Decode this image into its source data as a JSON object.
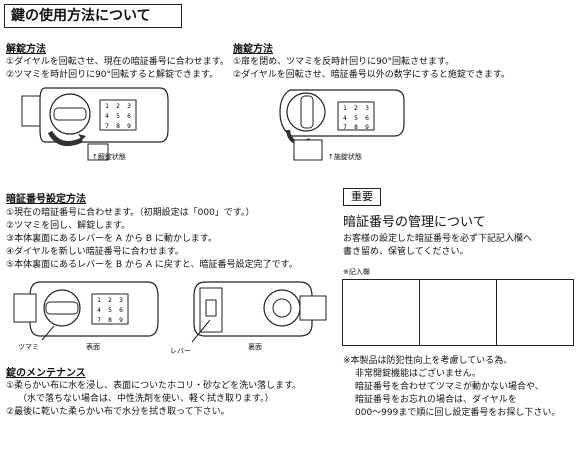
{
  "title": "鍵の使用方法について",
  "unlock": {
    "heading": "解錠方法",
    "steps": [
      "①ダイヤルを回転させ、現在の暗証番号に合わせます。",
      "②ツマミを時計回りに90°回転すると解錠できます。"
    ],
    "state_label": "↑解錠状態"
  },
  "lock": {
    "heading": "施錠方法",
    "steps": [
      "①扉を閉め、ツマミを反時計回りに90°回転させます。",
      "②ダイヤルを回転させ、暗証番号以外の数字にすると施錠できます。"
    ],
    "state_label": "↑施錠状態"
  },
  "setcode": {
    "heading": "暗証番号設定方法",
    "steps": [
      "①現在の暗証番号に合わせます。（初期設定は「000」です。）",
      "②ツマミを回し、解錠します。",
      "③本体裏面にあるレバーを A から B に動かします。",
      "④ダイヤルを新しい暗証番号に合わせます。",
      "⑤本体裏面にあるレバーを B から A に戻すと、暗証番号設定完了です。"
    ],
    "labels": {
      "knob": "ツマミ",
      "front": "表面",
      "lever": "レバー",
      "back": "裏面"
    }
  },
  "maintenance": {
    "heading": "錠のメンテナンス",
    "steps": [
      "①柔らかい布に水を浸し、表面についたホコリ・砂などを洗い落します。",
      "（水で落ちない場合は、中性洗剤を使い、軽く拭き取ります。）",
      "②最後に乾いた柔らかい布で水分を拭き取って下さい。"
    ]
  },
  "important": {
    "tag": "重要",
    "heading": "暗証番号の管理について",
    "text": [
      "お客様の設定した暗証番号を必ず下記記入欄へ",
      "書き留め、保管してください。"
    ],
    "record_label": "※記入欄",
    "notes": [
      "※本製品は防犯性向上を考慮している為、",
      "非常開錠機能はございません。",
      "暗証番号を合わせてツマミが動かない場合や、",
      "暗証番号をお忘れの場合は、ダイヤルを",
      "000～999まで順に回し設定番号をお探し下さい。"
    ]
  },
  "dial_digits": [
    "1",
    "2",
    "3",
    "4",
    "5",
    "6",
    "7",
    "8",
    "9"
  ]
}
